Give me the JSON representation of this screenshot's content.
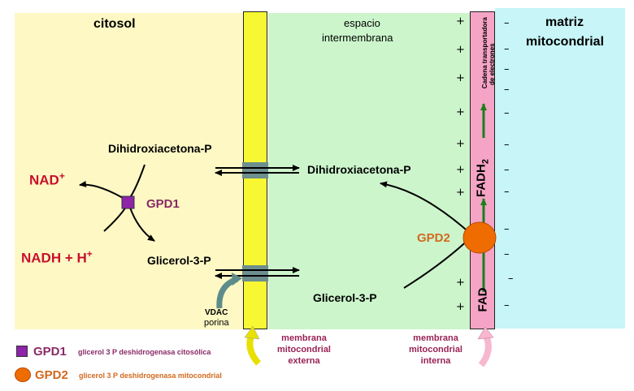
{
  "regions": {
    "cytosol": "citosol",
    "intermembrane_line1": "espacio",
    "intermembrane_line2": "intermembrana",
    "matrix_line1": "matriz",
    "matrix_line2": "mitocondrial"
  },
  "cytosol": {
    "dhap": "Dihidroxiacetona-P",
    "g3p": "Glicerol-3-P",
    "nad": "NAD",
    "nad_sup": "+",
    "nadh": "NADH + H",
    "nadh_sup": "+",
    "enzyme": "GPD1"
  },
  "intermembrane": {
    "dhap": "Dihidroxiacetona-P",
    "g3p": "Glicerol-3-P"
  },
  "inner_membrane": {
    "enzyme": "GPD2",
    "etc_line1": "Cadena transportadora",
    "etc_line2": "de electrones",
    "fadh": "FADH",
    "fadh_sub": "2",
    "fad": "FAD"
  },
  "vdac": {
    "line1": "VDAC",
    "line2": "porina"
  },
  "membrane_labels": {
    "outer_line1": "membrana",
    "outer_line2": "mitocondrial",
    "outer_line3": "externa",
    "inner_line1": "membrana",
    "inner_line2": "mitocondrial",
    "inner_line3": "interna"
  },
  "legend": [
    {
      "symbol": "GPD1",
      "text": "glicerol 3 P deshidrogenasa citosólica",
      "shape": "square",
      "color": "#8e24aa"
    },
    {
      "symbol": "GPD2",
      "text": "glicerol 3 P deshidrogenasa mitocondrial",
      "shape": "circle",
      "color": "#ef6c00"
    }
  ],
  "charges": {
    "positive": "+",
    "negative": "–"
  },
  "colors": {
    "cytosol": "#fdf8c4",
    "intermembrane": "#ccf5cc",
    "matrix": "#c7f5f8",
    "outer_membrane": "#f7f733",
    "inner_membrane": "#f5a4c6",
    "gpd1": "#8e24aa",
    "gpd2": "#ef6c00",
    "electron_arrow": "#1b7f1b"
  }
}
